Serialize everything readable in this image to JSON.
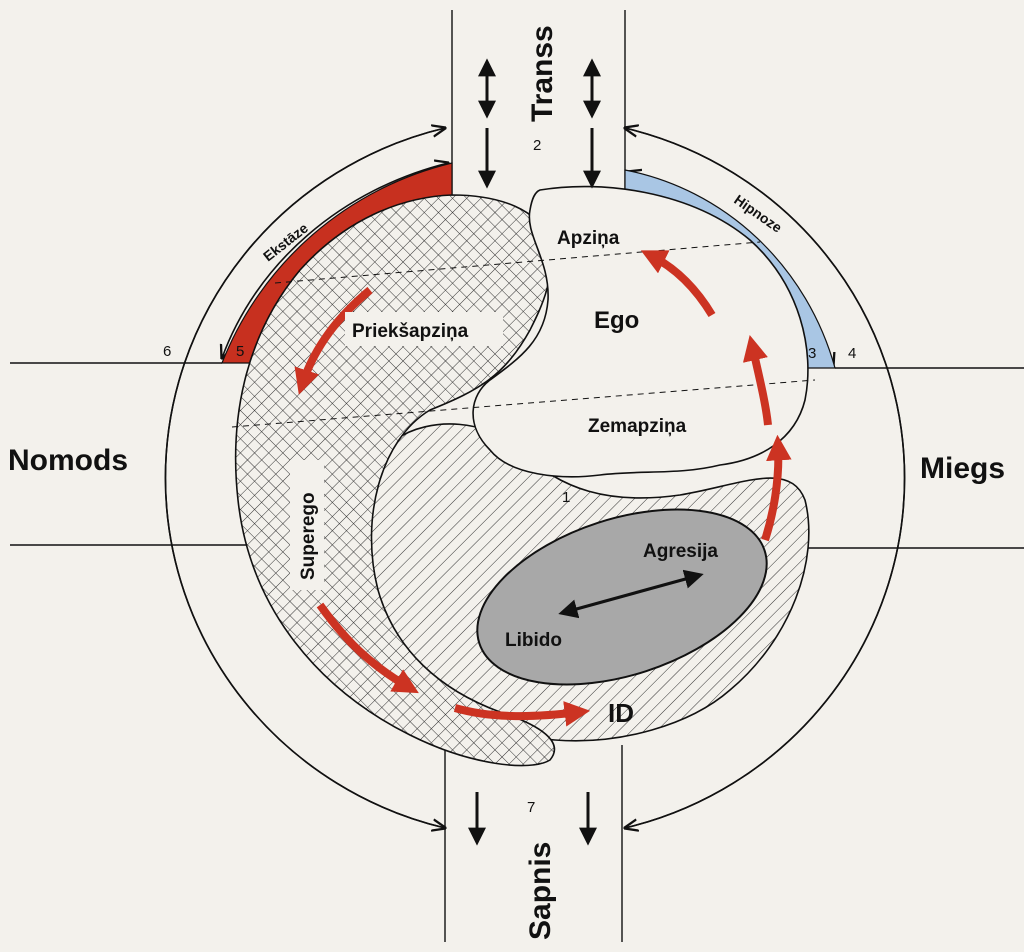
{
  "labels": {
    "top": "Transs",
    "bottom": "Sapnis",
    "left": "Nomods",
    "right": "Miegs",
    "ecstasy": "Ekstāze",
    "hypnosis": "Hipnoze",
    "conscious": "Apziņa",
    "ego": "Ego",
    "preconscious": "Priekšapziņa",
    "subconscious": "Zemapziņa",
    "superego": "Superego",
    "aggression": "Agresija",
    "libido": "Libido",
    "id": "ID"
  },
  "numbers": {
    "n1": "1",
    "n2": "2",
    "n3": "3",
    "n4": "4",
    "n5": "5",
    "n6": "6",
    "n7": "7"
  },
  "colors": {
    "background": "#f3f1ec",
    "ecstasy_band": "#c7301f",
    "hypnosis_band": "#a9c6e4",
    "flow_arrow": "#cc3322",
    "libido_ellipse": "#a8a8a8",
    "line": "#111111"
  },
  "icons": {
    "vertical_arrow": "double-arrow-icon",
    "flow": "red-flow-arrow-icon"
  }
}
